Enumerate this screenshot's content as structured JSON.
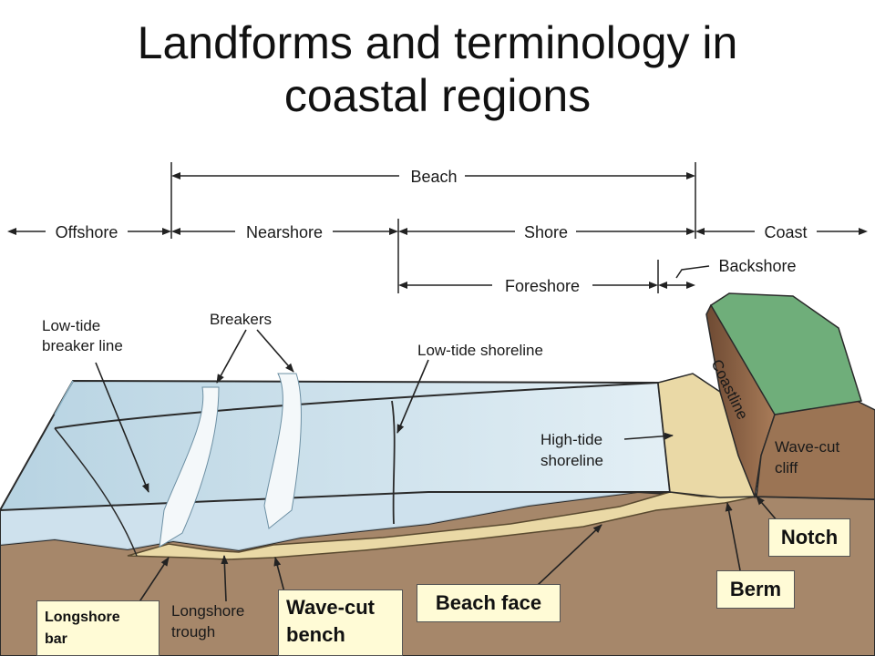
{
  "title": {
    "line1": "Landforms and terminology in",
    "line2": "coastal regions"
  },
  "zones": {
    "beach": "Beach",
    "offshore": "Offshore",
    "nearshore": "Nearshore",
    "shore": "Shore",
    "coast": "Coast",
    "foreshore": "Foreshore",
    "backshore": "Backshore"
  },
  "features": {
    "breakers": "Breakers",
    "low_tide_breaker_line": [
      "Low-tide",
      "breaker line"
    ],
    "low_tide_shoreline": "Low-tide shoreline",
    "high_tide_shoreline": [
      "High-tide",
      "shoreline"
    ],
    "coastline": "Coastline",
    "wave_cut_cliff": [
      "Wave-cut",
      "cliff"
    ],
    "longshore_trough": [
      "Longshore",
      "trough"
    ]
  },
  "callouts": {
    "notch": "Notch",
    "berm": "Berm",
    "beach_face": "Beach face",
    "wave_cut_bench": [
      "Wave-cut",
      "bench"
    ],
    "longshore_bar": [
      "Longshore",
      "bar"
    ]
  },
  "colors": {
    "water": "#cfe3ee",
    "water_edge": "#8fb6c9",
    "sand": "#ead9a6",
    "ground": "#a6876a",
    "cliff": "#8f6346",
    "grass": "#6fae7a",
    "callout_bg": "#fffbd6"
  }
}
